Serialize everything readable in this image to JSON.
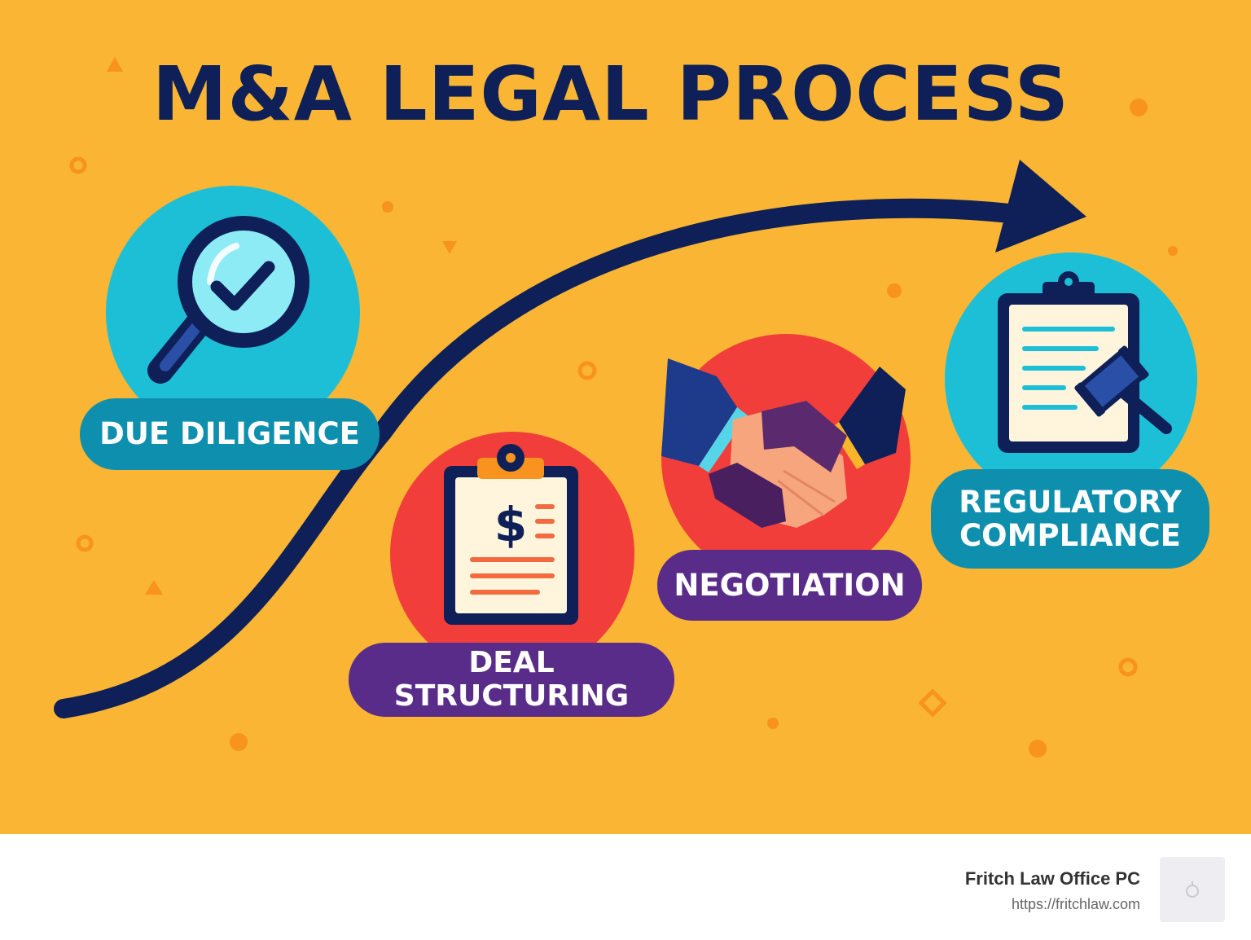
{
  "title": "M&A LEGAL PROCESS",
  "steps": [
    {
      "label": "DUE DILIGENCE",
      "icon": "magnifier-check-icon"
    },
    {
      "label": "DEAL STRUCTURING",
      "icon": "clipboard-dollar-icon"
    },
    {
      "label": "NEGOTIATION",
      "icon": "handshake-icon"
    },
    {
      "label_line1": "REGULATORY",
      "label_line2": "COMPLIANCE",
      "icon": "clipboard-gavel-icon"
    }
  ],
  "footer": {
    "brand_name": "Fritch Law Office PC",
    "brand_url": "https://fritchlaw.com"
  },
  "colors": {
    "background": "#F9B533",
    "navy": "#0E2057",
    "teal": "#1DBFD6",
    "red": "#F13E3A",
    "purple": "#5A2C8A",
    "teal_pill": "#0F8FAE",
    "orange_accent": "#F7931E"
  }
}
